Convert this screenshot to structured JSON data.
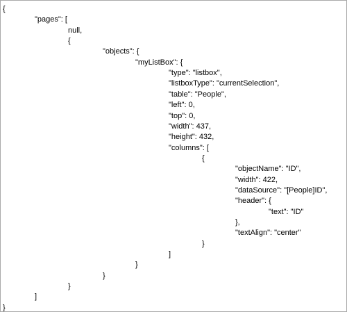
{
  "document": {
    "lines": [
      {
        "indent": 0,
        "text": "{"
      },
      {
        "indent": 1,
        "text": "\"pages\": ["
      },
      {
        "indent": 2,
        "text": "null,"
      },
      {
        "indent": 2,
        "text": "{"
      },
      {
        "indent": 3,
        "text": "\"objects\": {"
      },
      {
        "indent": 4,
        "text": "\"myListBox\": {"
      },
      {
        "indent": 5,
        "text": "\"type\": \"listbox\","
      },
      {
        "indent": 5,
        "text": "\"listboxType\": \"currentSelection\","
      },
      {
        "indent": 5,
        "text": "\"table\": \"People\","
      },
      {
        "indent": 5,
        "text": "\"left\": 0,"
      },
      {
        "indent": 5,
        "text": "\"top\": 0,"
      },
      {
        "indent": 5,
        "text": "\"width\": 437,"
      },
      {
        "indent": 5,
        "text": "\"height\": 432,"
      },
      {
        "indent": 5,
        "text": "\"columns\": ["
      },
      {
        "indent": 6,
        "text": "{"
      },
      {
        "indent": 7,
        "text": "\"objectName\": \"ID\","
      },
      {
        "indent": 7,
        "text": "\"width\": 422,"
      },
      {
        "indent": 7,
        "text": "\"dataSource\": \"[People]ID\","
      },
      {
        "indent": 7,
        "text": "\"header\": {"
      },
      {
        "indent": 8,
        "text": "\"text\": \"ID\""
      },
      {
        "indent": 7,
        "text": "},"
      },
      {
        "indent": 7,
        "text": "\"textAlign\": \"center\""
      },
      {
        "indent": 6,
        "text": "}"
      },
      {
        "indent": 5,
        "text": "]"
      },
      {
        "indent": 4,
        "text": "}"
      },
      {
        "indent": 3,
        "text": "}"
      },
      {
        "indent": 2,
        "text": "}"
      },
      {
        "indent": 1,
        "text": "]"
      },
      {
        "indent": 0,
        "text": "}"
      }
    ]
  }
}
